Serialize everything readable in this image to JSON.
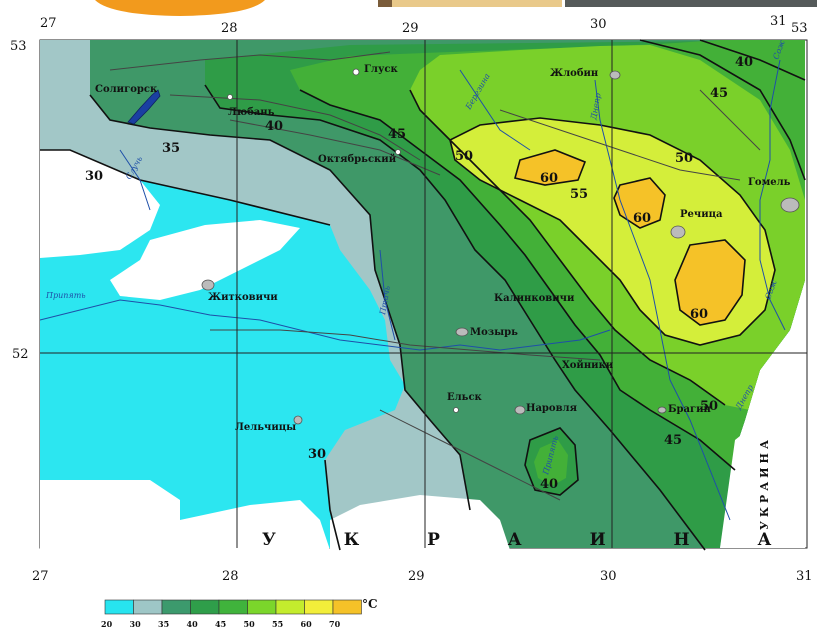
{
  "map": {
    "lon_top": [
      "27",
      "28",
      "29",
      "30",
      "31"
    ],
    "lon_bottom": [
      "27",
      "28",
      "29",
      "30",
      "31"
    ],
    "lat_left": [
      "53",
      "52"
    ],
    "lat_right": [
      "53"
    ],
    "country_label": "У К Р А И Н А",
    "country_label_vertical": "УКРАИНА",
    "cities": [
      "Солигорск",
      "Любань",
      "Глуск",
      "Жлобин",
      "Октябрьский",
      "Гомель",
      "Речица",
      "Житковичи",
      "Калинковичи",
      "Мозырь",
      "Хойники",
      "Ельск",
      "Наровля",
      "Брагин",
      "Лельчицы"
    ],
    "rivers": [
      "Березина",
      "Днепр",
      "Сож",
      "Припять",
      "Случь",
      "Птичь",
      "Сож",
      "Днепр",
      "Припять"
    ],
    "isolines": [
      "30",
      "35",
      "40",
      "45",
      "50",
      "55",
      "60",
      "60",
      "60",
      "30",
      "40",
      "45",
      "50",
      "45",
      "40",
      "50"
    ]
  },
  "legend": {
    "unit": "°C",
    "stops": [
      "20",
      "30",
      "35",
      "40",
      "45",
      "50",
      "55",
      "60",
      "70"
    ],
    "colors": [
      "#27e4ef",
      "#9ec6c6",
      "#3c9a6d",
      "#2f9e4a",
      "#40b33c",
      "#7bd62b",
      "#c4ec2d",
      "#f2ee3a",
      "#f5c228"
    ]
  },
  "colors": {
    "zone20_30": "#2ce6f0",
    "zone30_35": "#a2c7c7",
    "zone35_40": "#3f9868",
    "zone40_45": "#2f9c47",
    "zone45_50": "#43b038",
    "zone50_55": "#7ad02a",
    "zone55_60": "#d4ee3a",
    "zone60_70": "#f5c228",
    "river": "#1e4fa8"
  }
}
